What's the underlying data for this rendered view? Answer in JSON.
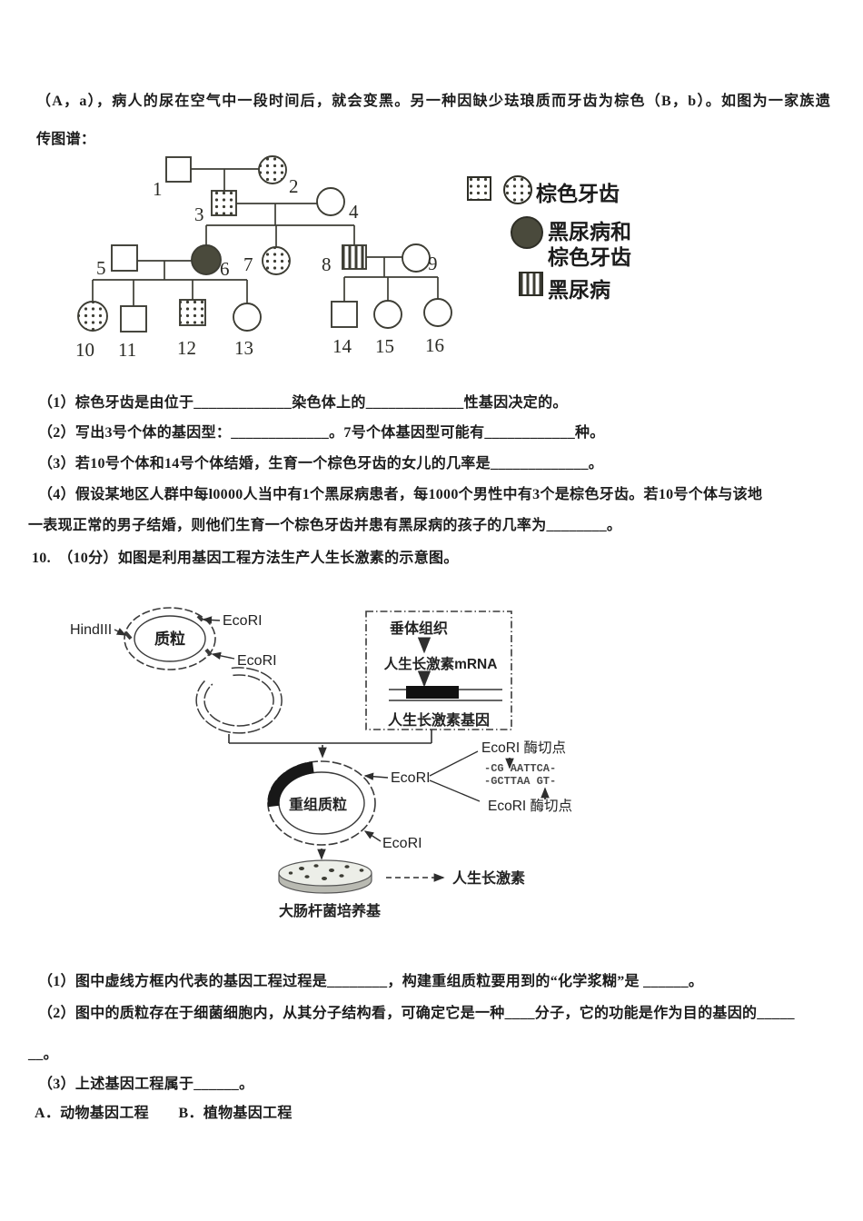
{
  "colors": {
    "ink": "#3d3d34",
    "text": "#1c1c1c",
    "paper": "#ffffff"
  },
  "intro": {
    "line1": "（A，a），病人的尿在空气中一段时间后，就会变黑。另一种因缺少珐琅质而牙齿为棕色（B，b）。如图为一家族遗",
    "line2": "传图谱："
  },
  "pedigree": {
    "labels": [
      "1",
      "2",
      "3",
      "4",
      "5",
      "6",
      "7",
      "8",
      "9",
      "10",
      "11",
      "12",
      "13",
      "14",
      "15",
      "16"
    ],
    "legend": {
      "brown": "棕色牙齿",
      "both_line1": "黑尿病和",
      "both_line2": "棕色牙齿",
      "black": "黑尿病"
    }
  },
  "question9": {
    "q1": "（1）棕色牙齿是由位于_____________染色体上的_____________性基因决定的。",
    "q2": "（2）写出3号个体的基因型：_____________。7号个体基因型可能有____________种。",
    "q3": "（3）若10号个体和14号个体结婚，生育一个棕色牙齿的女儿的几率是_____________。",
    "q4_line1": "（4）假设某地区人群中每l0000人当中有1个黑尿病患者，每1000个男性中有3个是棕色牙齿。若10号个体与该地",
    "q4_line2": "一表现正常的男子结婚，则他们生育一个棕色牙齿并患有黑尿病的孩子的几率为________。"
  },
  "question10": {
    "heading": "10.　（10分）如图是利用基因工程方法生产人生长激素的示意图。",
    "diagram": {
      "hind3": "HindIII",
      "plasmid": "质粒",
      "ecori": "EcoRI",
      "pituitary": "垂体组织",
      "mrna": "人生长激素mRNA",
      "gene": "人生长激素基因",
      "recombinant": "重组质粒",
      "cut_site": "EcoRI 酶切点",
      "seq_top": "-CG AATTCA-",
      "seq_bottom": "-GCTTAA GT-",
      "medium": "大肠杆菌培养基",
      "hormone": "人生长激素"
    },
    "q1": "（1）图中虚线方框内代表的基因工程过程是________，构建重组质粒要用到的“化学浆糊”是 ______。",
    "q2_line1": "（2）图中的质粒存在于细菌细胞内，从其分子结构看，可确定它是一种____分子，它的功能是作为目的基因的_____",
    "q2_line2": "__。",
    "q3": "（3）上述基因工程属于______。",
    "options": "A．动物基因工程　　B．植物基因工程"
  }
}
